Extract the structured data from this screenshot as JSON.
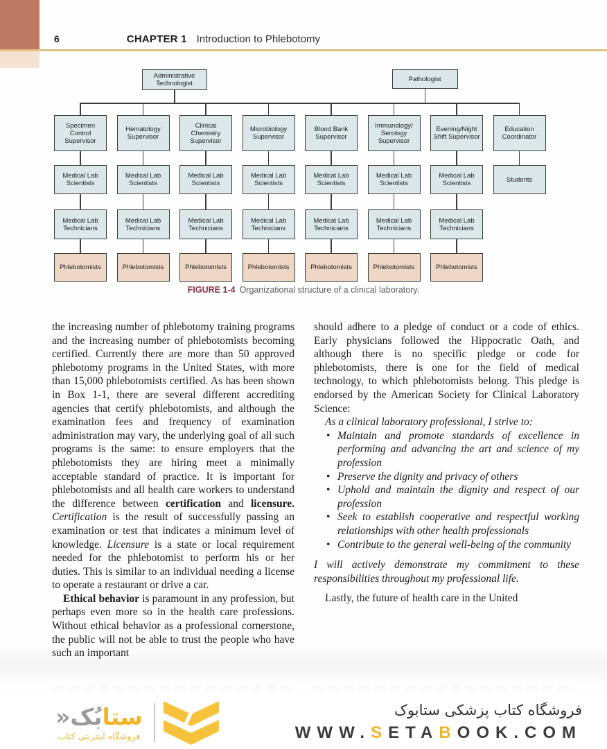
{
  "header": {
    "page_number": "6",
    "chapter_label": "CHAPTER 1",
    "chapter_title": "Introduction to Phlebotomy"
  },
  "figure": {
    "caption_label": "FIGURE 1-4",
    "caption_text": "Organizational structure of a clinical laboratory.",
    "org_chart": {
      "roots": [
        "Administrative Technologist",
        "Pathologist"
      ],
      "columns": [
        {
          "boxes": [
            "Specimen Control Supervisor",
            "Medical Lab Scientists",
            "Medical Lab Technicians",
            "Phlebotomists"
          ]
        },
        {
          "boxes": [
            "Hematology Supervisor",
            "Medical Lab Scientists",
            "Medical Lab Technicians",
            "Phlebotomists"
          ]
        },
        {
          "boxes": [
            "Clinical Chemistry Supervisor",
            "Medical Lab Scientists",
            "Medical Lab Technicians",
            "Phlebotomists"
          ]
        },
        {
          "boxes": [
            "Microbiology Supervisor",
            "Medical Lab Scientists",
            "Medical Lab Technicians",
            "Phlebotomists"
          ]
        },
        {
          "boxes": [
            "Blood Bank Supervisor",
            "Medical Lab Scientists",
            "Medical Lab Technicians",
            "Phlebotomists"
          ]
        },
        {
          "boxes": [
            "Immunology/ Serology Supervisor",
            "Medical Lab Scientists",
            "Medical Lab Technicians",
            "Phlebotomists"
          ]
        },
        {
          "boxes": [
            "Evening/Night Shift Supervisor",
            "Medical Lab Scientists",
            "Medical Lab Technicians",
            "Phlebotomists"
          ]
        },
        {
          "boxes": [
            "Education Coordinator",
            "Students"
          ]
        }
      ]
    }
  },
  "article": {
    "left": {
      "para1": [
        {
          "t": "the increasing number of phlebotomy training programs and the increasing number of phlebotomists becoming certified. Currently there are more than 50 approved phlebotomy programs in the United States, with more than 15,000 phlebotomists certified. As has been shown in Box 1-1, there are several different accrediting agencies that certify phlebotomists, and although the examination fees and frequency of examination administration may vary, the underlying goal of all such programs is the same: to ensure employers that the phlebotomists they are hiring meet a minimally acceptable standard of practice. It is important for phlebotomists and all health care workers to understand the difference between "
        },
        {
          "t": "certification",
          "s": "b"
        },
        {
          "t": " and "
        },
        {
          "t": "licensure.",
          "s": "b"
        },
        {
          "t": " "
        },
        {
          "t": "Certification",
          "s": "i"
        },
        {
          "t": " is the result of successfully passing an examination or test that indicates a minimum level of knowledge. "
        },
        {
          "t": "Licensure",
          "s": "i"
        },
        {
          "t": " is a state or local requirement needed for the phlebotomist to perform his or her duties. This is similar to an individual needing a license to operate a restaurant or drive a car."
        }
      ],
      "para2": [
        {
          "t": "Ethical behavior",
          "s": "b"
        },
        {
          "t": " is paramount in any profession, but perhaps even more so in the health care professions. Without ethical behavior as a professional cornerstone, the public will not be able to trust the people who have such an important"
        }
      ]
    },
    "right": {
      "para1": "should adhere to a pledge of conduct or a code of ethics. Early physicians followed the Hippocratic Oath, and although there is no specific pledge or code for phlebotomists, there is one for the field of medical technology, to which phlebotomists belong. This pledge is endorsed by the American Society for Clinical Laboratory Science:",
      "pledge_intro": "As a clinical laboratory professional, I strive to:",
      "bullets": [
        "Maintain and promote standards of excellence in performing and advancing the art and science of my profession",
        "Preserve the dignity and privacy of others",
        "Uphold and maintain the dignity and respect of our profession",
        "Seek to establish cooperative and respectful working relationships with other health professionals",
        "Contribute to the general well-being of the community"
      ],
      "pledge_close": "I will actively demonstrate my commitment to these responsibilities throughout my professional life.",
      "last_para": "Lastly, the future of health care in the United"
    }
  },
  "footer": {
    "logo": {
      "wordmark_yellow": "ستا",
      "wordmark_gray": "بُک",
      "chevron": "«",
      "subtitle": "فروشگاه اینترنتی کتاب"
    },
    "store_title": "فروشگاه کتاب پزشکی ستابوک",
    "url_segments": [
      {
        "t": "WWW.",
        "c": "dark"
      },
      {
        "t": "S",
        "c": "yellow"
      },
      {
        "t": "ETA",
        "c": "dark"
      },
      {
        "t": "B",
        "c": "yellow"
      },
      {
        "t": "OOK.COM",
        "c": "dark"
      }
    ]
  },
  "colors": {
    "accent_gold": "#e0c37f",
    "corner_brick": "#bf7a63",
    "corner_peach": "#f6e2d2",
    "box_blue": "#dbe7e9",
    "box_salmon": "#eed7c5",
    "caption_maroon": "#8e3044",
    "logo_yellow": "#f0b429",
    "logo_gray": "#9b9b9b"
  }
}
